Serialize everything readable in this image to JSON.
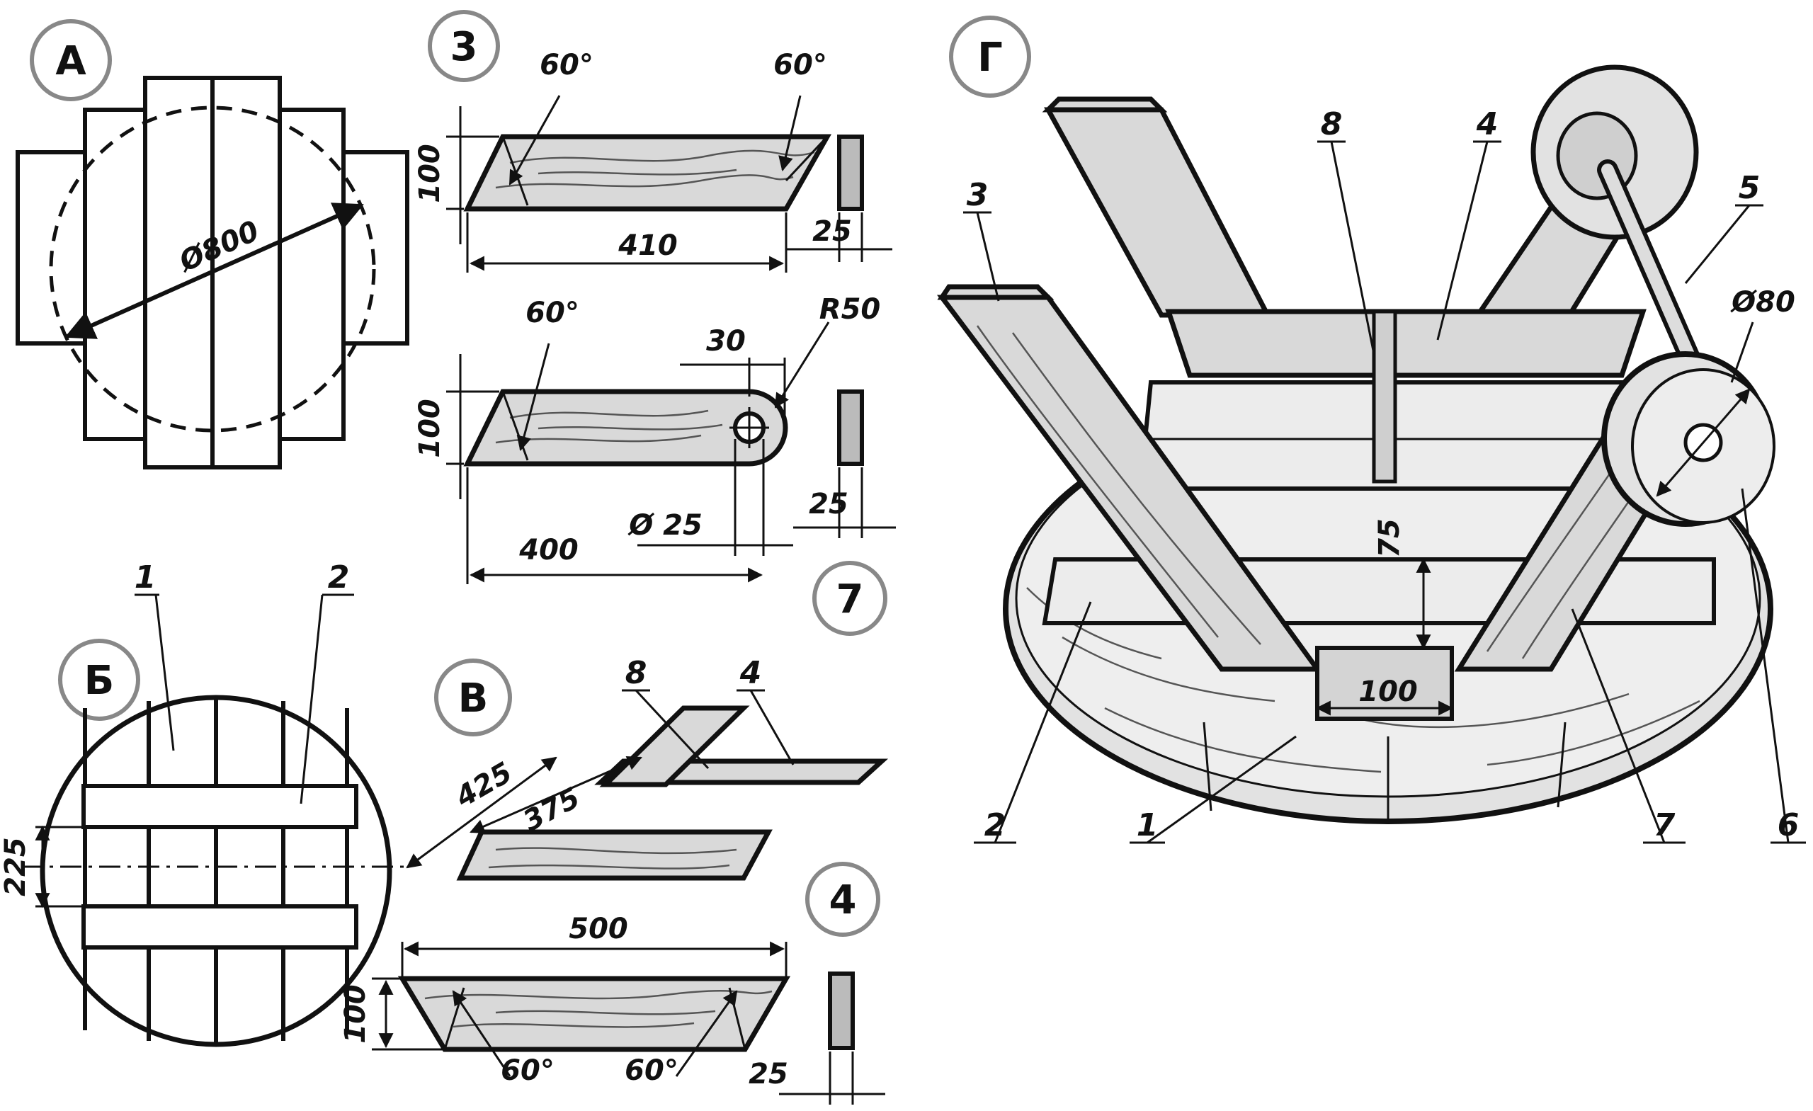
{
  "views": {
    "a": {
      "letter": "А",
      "diameter": "Ø800"
    },
    "b": {
      "letter": "Б",
      "callout_1": "1",
      "callout_2": "2",
      "spacing": "225"
    },
    "v": {
      "letter": "В",
      "callout_8": "8",
      "callout_4": "4",
      "len_425": "425",
      "len_375": "375"
    },
    "g": {
      "letter": "Г",
      "c8": "8",
      "c4": "4",
      "c3": "3",
      "c5": "5",
      "d80": "Ø80",
      "c2": "2",
      "c1": "1",
      "c7": "7",
      "c6": "6",
      "h75": "75",
      "w100": "100"
    }
  },
  "parts": {
    "p3": {
      "number": "3",
      "angle_left": "60°",
      "angle_right": "60°",
      "height": "100",
      "length": "410",
      "thickness": "25"
    },
    "p7": {
      "number": "7",
      "angle": "60°",
      "offset": "30",
      "radius": "R50",
      "height": "100",
      "hole": "Ø 25",
      "length": "400",
      "thickness": "25"
    },
    "p4": {
      "number": "4",
      "length": "500",
      "height": "100",
      "angle_left": "60°",
      "angle_right": "60°",
      "thickness": "25"
    }
  }
}
